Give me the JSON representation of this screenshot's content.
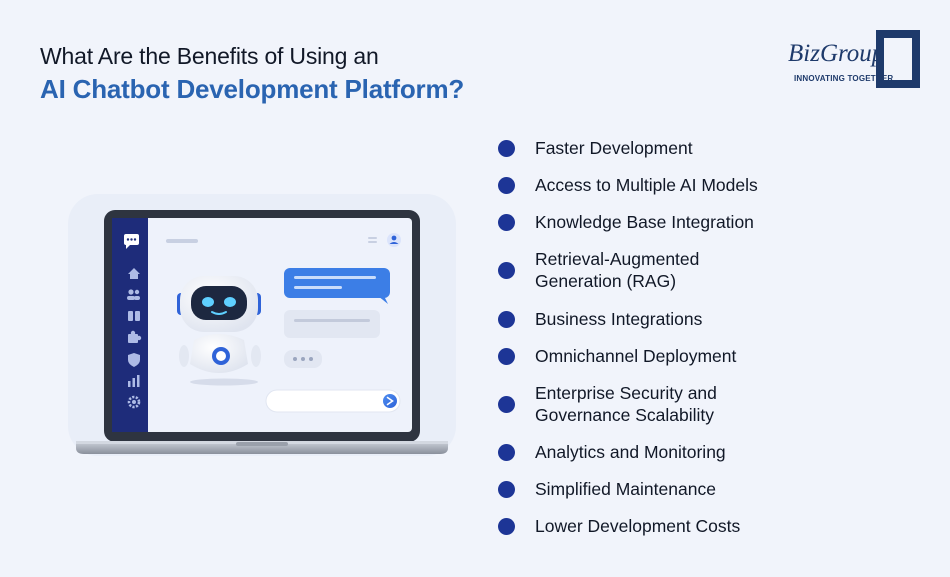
{
  "header": {
    "title_line1": "What Are the Benefits of Using an",
    "title_line2": "AI Chatbot Development Platform?"
  },
  "logo": {
    "wordmark": "BizGroup",
    "tagline": "INNOVATING TOGETHER",
    "color": "#1e3a6b"
  },
  "benefits": [
    {
      "lines": [
        "Faster Development"
      ]
    },
    {
      "lines": [
        "Access to Multiple AI Models"
      ]
    },
    {
      "lines": [
        "Knowledge Base Integration"
      ]
    },
    {
      "lines": [
        "Retrieval-Augmented",
        "Generation (RAG)"
      ]
    },
    {
      "lines": [
        "Business Integrations"
      ]
    },
    {
      "lines": [
        "Omnichannel Deployment"
      ]
    },
    {
      "lines": [
        "Enterprise Security and",
        "Governance  Scalability"
      ]
    },
    {
      "lines": [
        "Analytics and Monitoring"
      ]
    },
    {
      "lines": [
        "Simplified Maintenance"
      ]
    },
    {
      "lines": [
        "Lower Development Costs"
      ]
    }
  ],
  "illustration": {
    "sidebar_icons": [
      "chat-icon",
      "home-icon",
      "users-icon",
      "book-icon",
      "puzzle-icon",
      "shield-icon",
      "bar-chart-icon",
      "gear-icon"
    ],
    "colors": {
      "accent": "#2f63d8",
      "bullet": "#1d3596",
      "title_blue": "#2a64b1"
    }
  }
}
